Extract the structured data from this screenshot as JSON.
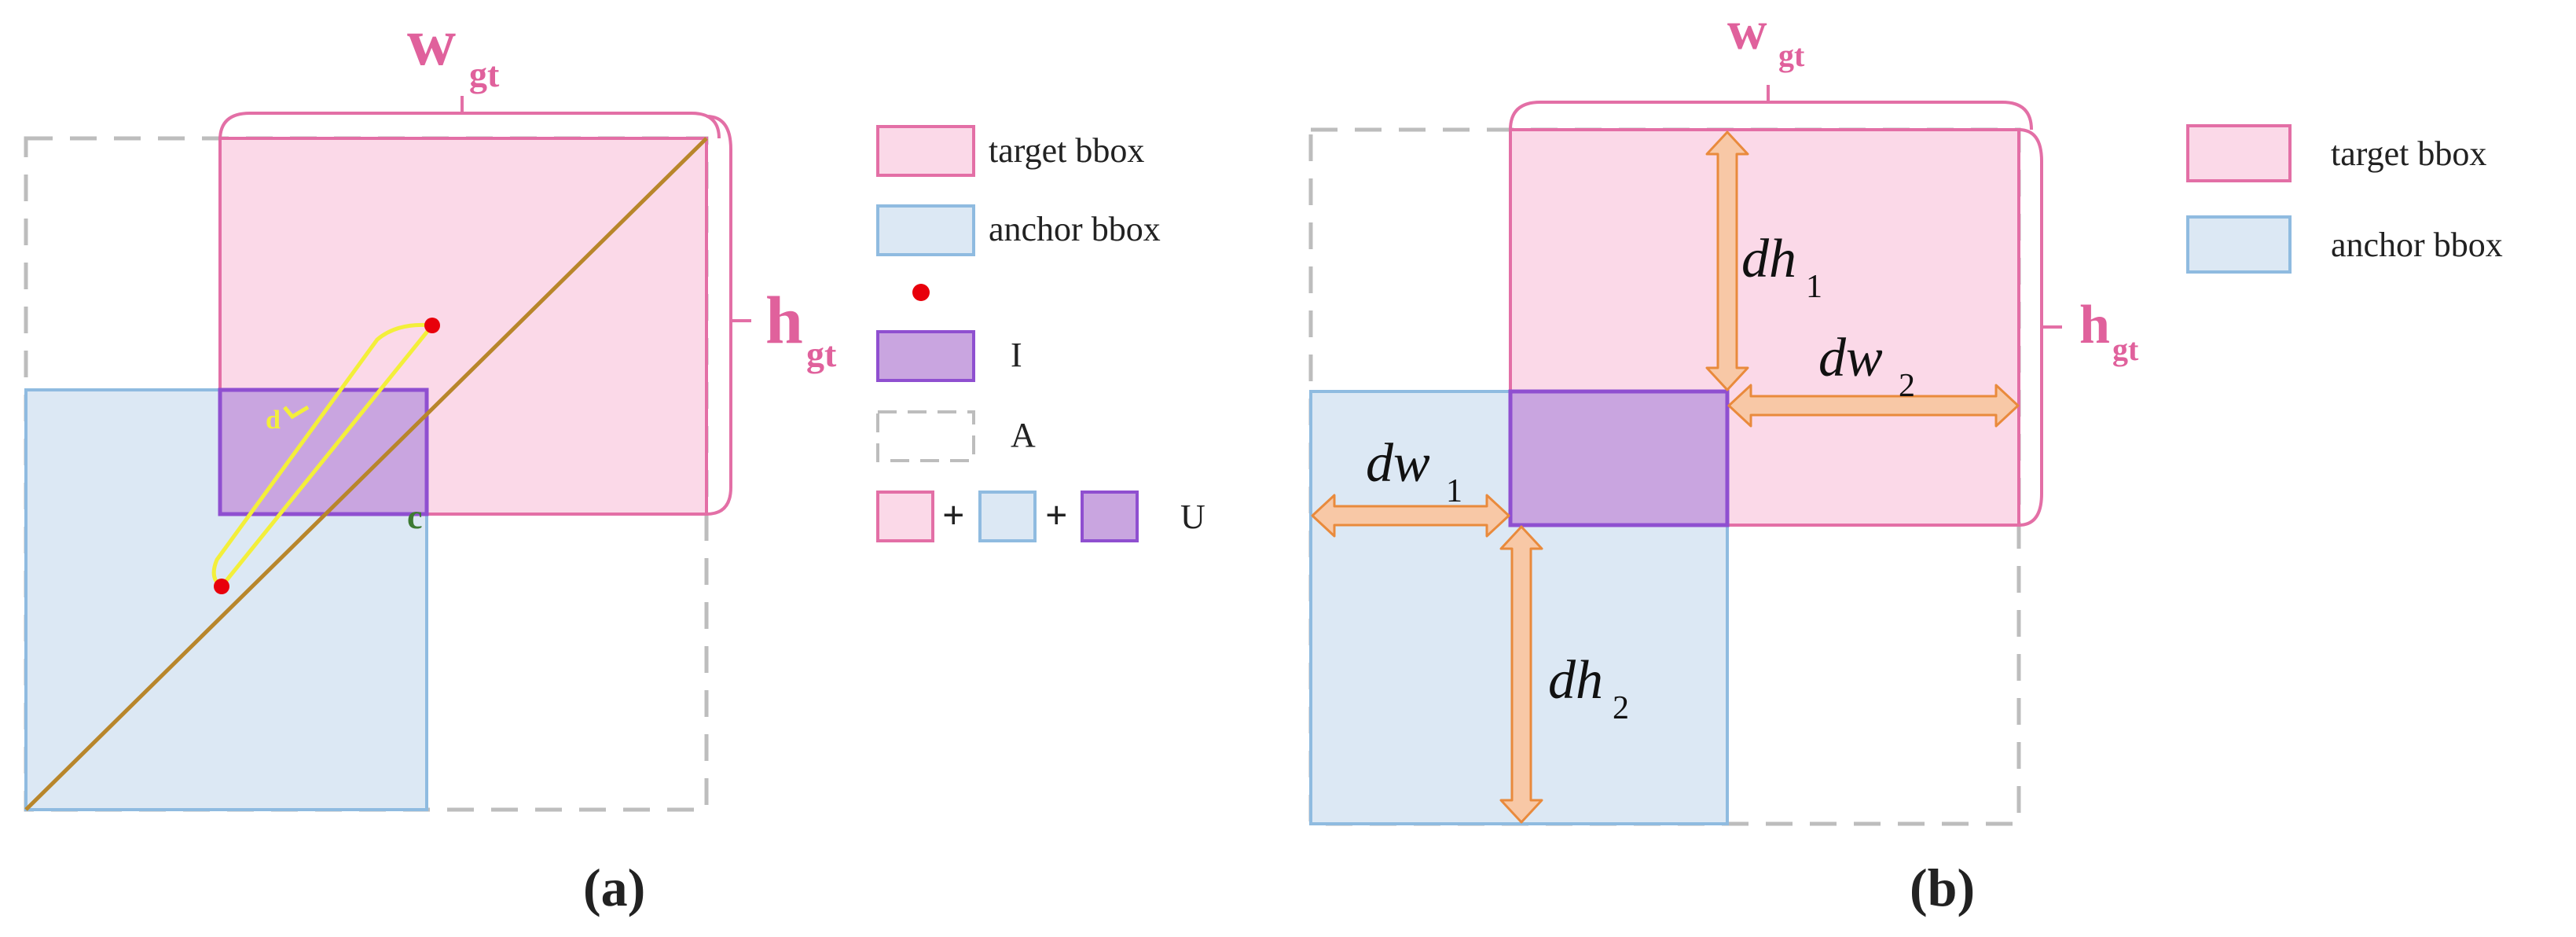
{
  "colors": {
    "target_fill": "#fbd9e8",
    "target_stroke": "#e36fa6",
    "anchor_fill": "#dce8f4",
    "anchor_stroke": "#8fbbe0",
    "intersection_fill": "#c9a5e0",
    "intersection_stroke": "#8f4fd0",
    "dashed_stroke": "#bdbdbd",
    "diagonal": "#b8862b",
    "distance_loop": "#f3ef3a",
    "center_point": "#e8000b",
    "arrow_fill": "#f8c8a6",
    "arrow_stroke": "#e98a3c",
    "label_pink": "#e0619c"
  },
  "panel_a": {
    "caption": "(a)",
    "w_label": "w",
    "w_sub": "gt",
    "h_label": "h",
    "h_sub": "gt",
    "d_label": "d",
    "c_label": "c",
    "legend": {
      "target_label": "target bbox",
      "anchor_label": "anchor bbox",
      "intersection_label": "I",
      "area_label": "A",
      "plus_symbol": "+",
      "union_label": "U"
    }
  },
  "panel_b": {
    "caption": "(b)",
    "w_label": "w",
    "w_sub": "gt",
    "h_label": "h",
    "h_sub": "gt",
    "dh1_main": "dh",
    "dh1_sub": "1",
    "dh2_main": "dh",
    "dh2_sub": "2",
    "dw1_main": "dw",
    "dw1_sub": "1",
    "dw2_main": "dw",
    "dw2_sub": "2",
    "legend": {
      "target_label": "target bbox",
      "anchor_label": "anchor bbox"
    }
  }
}
